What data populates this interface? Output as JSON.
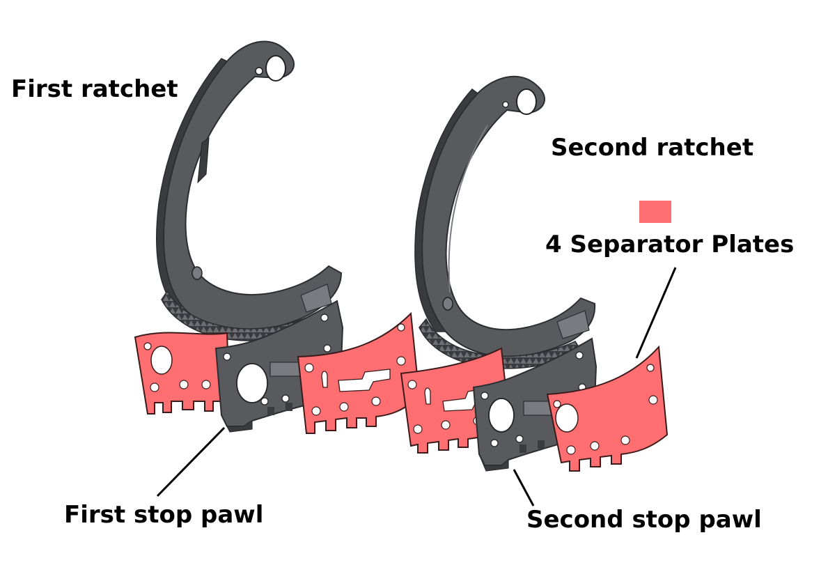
{
  "labels": {
    "first_ratchet": "First ratchet",
    "second_ratchet": "Second ratchet",
    "separator_plates": "4 Separator Plates",
    "first_stop_pawl": "First stop pawl",
    "second_stop_pawl": "Second stop pawl"
  },
  "colors": {
    "plate": "#ff6f72",
    "plate_stroke": "#3a1a1a",
    "metal": "#595a5e",
    "metal_dark": "#3a3b3f",
    "metal_light": "#7a7b80",
    "leader": "#000000"
  }
}
